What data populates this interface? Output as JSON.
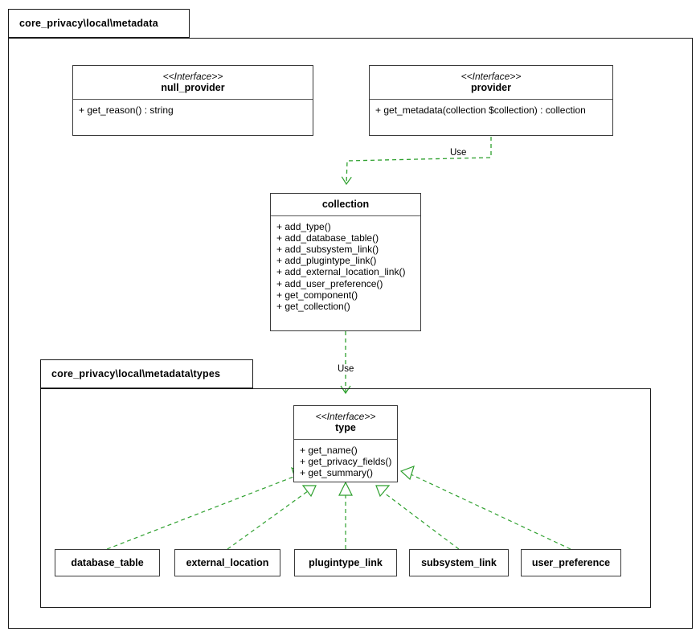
{
  "diagram": {
    "type": "uml-class-diagram",
    "background": "#ffffff",
    "line_color": "#2ea02e",
    "border_color": "#3a3a3a"
  },
  "outer_package": {
    "label": "core_privacy\\local\\metadata"
  },
  "inner_package": {
    "label": "core_privacy\\local\\metadata\\types"
  },
  "nodes": {
    "null_provider": {
      "stereotype": "<<Interface>>",
      "name": "null_provider",
      "members": [
        "+ get_reason() : string"
      ]
    },
    "provider": {
      "stereotype": "<<Interface>>",
      "name": "provider",
      "members": [
        "+ get_metadata(collection $collection) : collection"
      ]
    },
    "collection": {
      "stereotype": "",
      "name": "collection",
      "members": [
        "+ add_type()",
        "+ add_database_table()",
        "+ add_subsystem_link()",
        "+ add_plugintype_link()",
        "+ add_external_location_link()",
        "+ add_user_preference()",
        "+ get_component()",
        "+ get_collection()"
      ]
    },
    "type": {
      "stereotype": "<<Interface>>",
      "name": "type",
      "members": [
        "+ get_name()",
        "+ get_privacy_fields()",
        "+ get_summary()"
      ]
    },
    "database_table": {
      "name": "database_table"
    },
    "external_location": {
      "name": "external_location"
    },
    "plugintype_link": {
      "name": "plugintype_link"
    },
    "subsystem_link": {
      "name": "subsystem_link"
    },
    "user_preference": {
      "name": "user_preference"
    }
  },
  "edges": [
    {
      "id": "provider-collection",
      "from": "provider",
      "to": "collection",
      "label": "Use",
      "style": "dashed",
      "arrow": "open"
    },
    {
      "id": "collection-type",
      "from": "collection",
      "to": "type",
      "label": "Use",
      "style": "dashed",
      "arrow": "open"
    },
    {
      "id": "database_table-type",
      "from": "database_table",
      "to": "type",
      "label": "",
      "style": "dashed",
      "arrow": "hollow-triangle"
    },
    {
      "id": "external_location-type",
      "from": "external_location",
      "to": "type",
      "label": "",
      "style": "dashed",
      "arrow": "hollow-triangle"
    },
    {
      "id": "plugintype_link-type",
      "from": "plugintype_link",
      "to": "type",
      "label": "",
      "style": "dashed",
      "arrow": "hollow-triangle"
    },
    {
      "id": "subsystem_link-type",
      "from": "subsystem_link",
      "to": "type",
      "label": "",
      "style": "dashed",
      "arrow": "hollow-triangle"
    },
    {
      "id": "user_preference-type",
      "from": "user_preference",
      "to": "type",
      "label": "",
      "style": "dashed",
      "arrow": "hollow-triangle"
    }
  ],
  "edge_labels": {
    "use_provider_collection": "Use",
    "use_collection_type": "Use"
  }
}
